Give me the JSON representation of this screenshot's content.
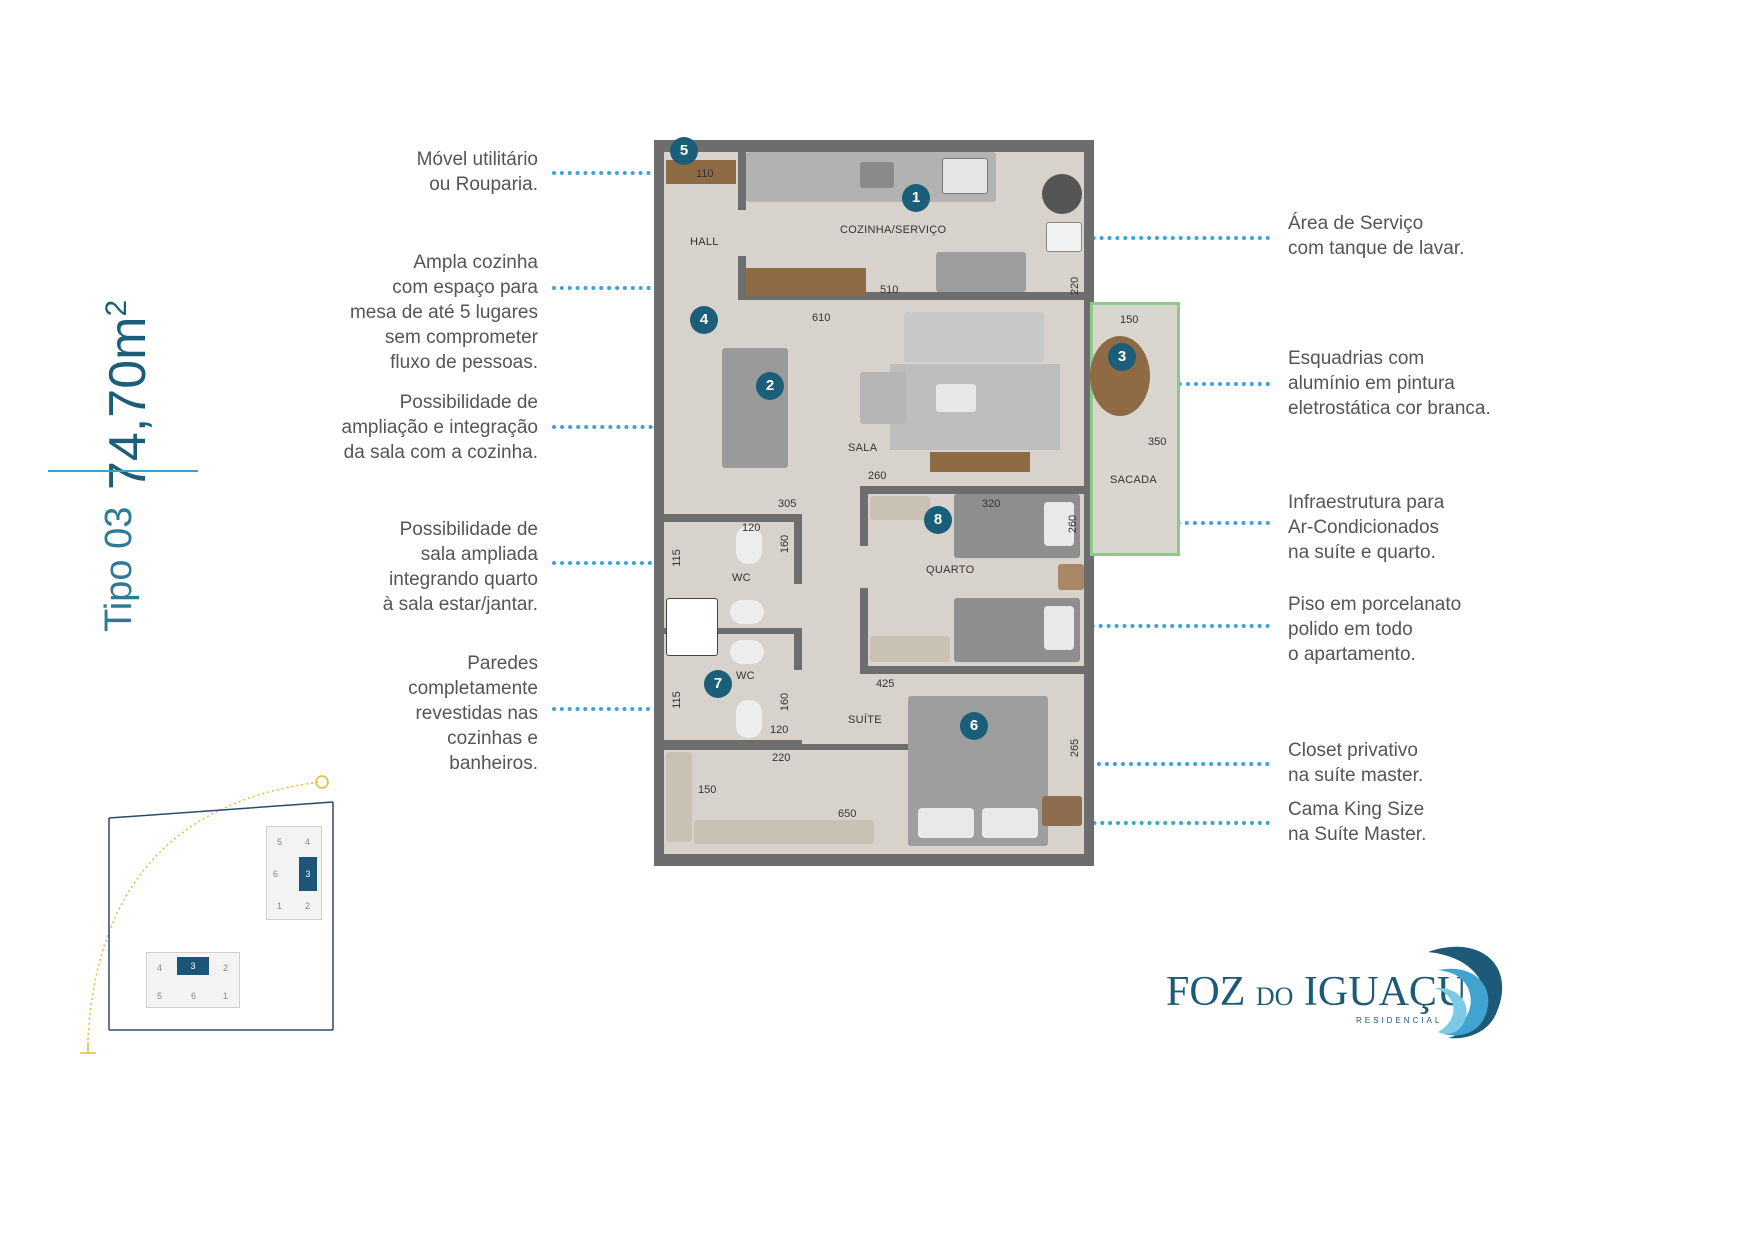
{
  "unit": {
    "area_value": "74,70m",
    "area_sup": "2",
    "type_label": "Tipo 03"
  },
  "features_left": [
    {
      "id": "5",
      "text": "Móvel utilitário\nou Rouparia."
    },
    {
      "id": "1",
      "text": "Ampla cozinha\ncom espaço para\nmesa de até 5 lugares\nsem comprometer\nfluxo de pessoas."
    },
    {
      "id": "2",
      "text": "Possibilidade de\nampliação e integração\nda sala com a cozinha."
    },
    {
      "id": "8",
      "text": "Possibilidade de\nsala ampliada\nintegrando quarto\nà sala estar/jantar."
    },
    {
      "id": "7",
      "text": "Paredes\ncompletamente\nrevestidas nas\ncozinhas e\nbanheiros."
    }
  ],
  "features_right": [
    {
      "text": "Área de Serviço\ncom tanque de lavar."
    },
    {
      "text": "Esquadrias com\nalumínio em pintura\neletrostática cor branca."
    },
    {
      "text": "Infraestrutura para\nAr-Condicionados\nna suíte e quarto."
    },
    {
      "text": "Piso em porcelanato\npolido em todo\no apartamento."
    },
    {
      "text": "Closet privativo\nna suíte master."
    },
    {
      "text": "Cama King Size\nna Suíte Master."
    }
  ],
  "plan": {
    "rooms": {
      "hall": "HALL",
      "cozinha": "COZINHA/SERVIÇO",
      "sala": "SALA",
      "sacada": "SACADA",
      "quarto": "QUARTO",
      "wc1": "WC",
      "wc2": "WC",
      "suite": "SUÍTE"
    },
    "dimensions": {
      "d110": "110",
      "d510": "510",
      "d220a": "220",
      "d610": "610",
      "d150a": "150",
      "d350": "350",
      "d260a": "260",
      "d305": "305",
      "d320": "320",
      "d260b": "260",
      "d120a": "120",
      "d115a": "115",
      "d160a": "160",
      "d425": "425",
      "d115b": "115",
      "d160b": "160",
      "d120b": "120",
      "d220b": "220",
      "d265": "265",
      "d150b": "150",
      "d650": "650"
    },
    "markers": [
      "1",
      "2",
      "3",
      "4",
      "5",
      "6",
      "7",
      "8"
    ]
  },
  "location_map": {
    "building_top": {
      "units": [
        "5",
        "4",
        "6",
        "3",
        "1",
        "2"
      ],
      "highlight": "3"
    },
    "building_bottom": {
      "units": [
        "4",
        "3",
        "2",
        "5",
        "6",
        "1"
      ],
      "highlight": "3"
    }
  },
  "logo": {
    "main": "FOZ",
    "connector": "DO",
    "name": "IGUAÇU",
    "sub": "RESIDENCIAL"
  },
  "colors": {
    "accent": "#1a5e7a",
    "dotted": "#39a4d5",
    "sacada_border": "#8fc88d"
  }
}
